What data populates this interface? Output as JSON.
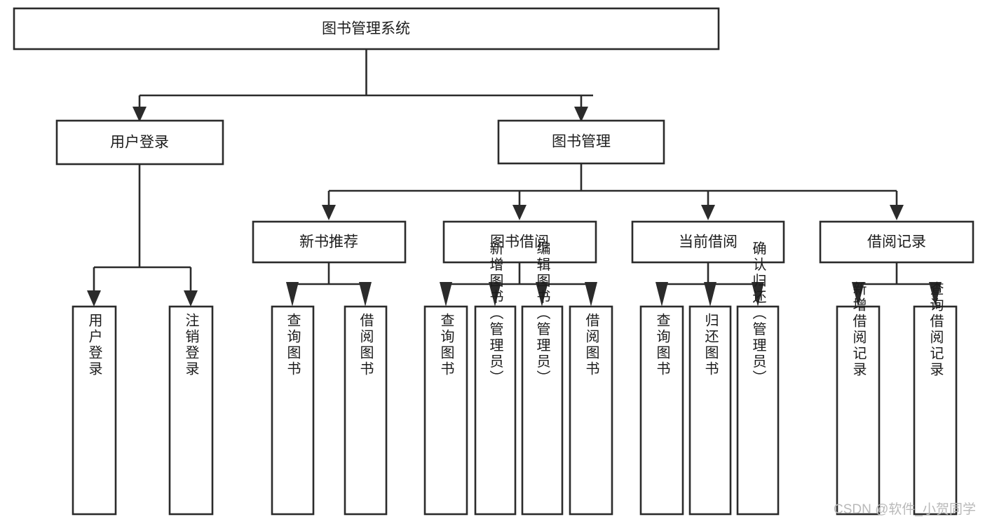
{
  "diagram": {
    "title_node": {
      "label": "图书管理系统"
    },
    "level1": [
      {
        "id": "user-login",
        "label": "用户登录"
      },
      {
        "id": "book-management",
        "label": "图书管理"
      }
    ],
    "level2": [
      {
        "id": "new-book-recommend",
        "label": "新书推荐",
        "parent": "book-management"
      },
      {
        "id": "book-borrow",
        "label": "图书借阅",
        "parent": "book-management"
      },
      {
        "id": "current-borrow",
        "label": "当前借阅",
        "parent": "book-management"
      },
      {
        "id": "borrow-record",
        "label": "借阅记录",
        "parent": "book-management"
      }
    ],
    "leaves": {
      "user-login": [
        {
          "id": "leaf-user-login",
          "label": "用户登录"
        },
        {
          "id": "leaf-logout-login",
          "label": "注销登录"
        }
      ],
      "new-book-recommend": [
        {
          "id": "leaf-query-book-1",
          "label": "查询图书"
        },
        {
          "id": "leaf-borrow-book-1",
          "label": "借阅图书"
        }
      ],
      "book-borrow": [
        {
          "id": "leaf-query-book-2",
          "label": "查询图书"
        },
        {
          "id": "leaf-add-book",
          "label": "新增图书（管理员）"
        },
        {
          "id": "leaf-edit-book",
          "label": "编辑图书（管理员）"
        },
        {
          "id": "leaf-borrow-book-2",
          "label": "借阅图书"
        }
      ],
      "current-borrow": [
        {
          "id": "leaf-query-book-3",
          "label": "查询图书"
        },
        {
          "id": "leaf-return-book",
          "label": "归还图书"
        },
        {
          "id": "leaf-confirm-return",
          "label": "确认归还（管理员）"
        }
      ],
      "borrow-record": [
        {
          "id": "leaf-add-record",
          "label": "新增借阅记录"
        },
        {
          "id": "leaf-query-record",
          "label": "查询借阅记录"
        }
      ]
    }
  },
  "watermark": {
    "text": "CSDN @软件_小贺同学"
  },
  "colors": {
    "stroke": "#2b2b2b",
    "box_fill": "#ffffff",
    "text": "#1c1c1c",
    "watermark": "#b9b9b9",
    "background": "#ffffff"
  }
}
